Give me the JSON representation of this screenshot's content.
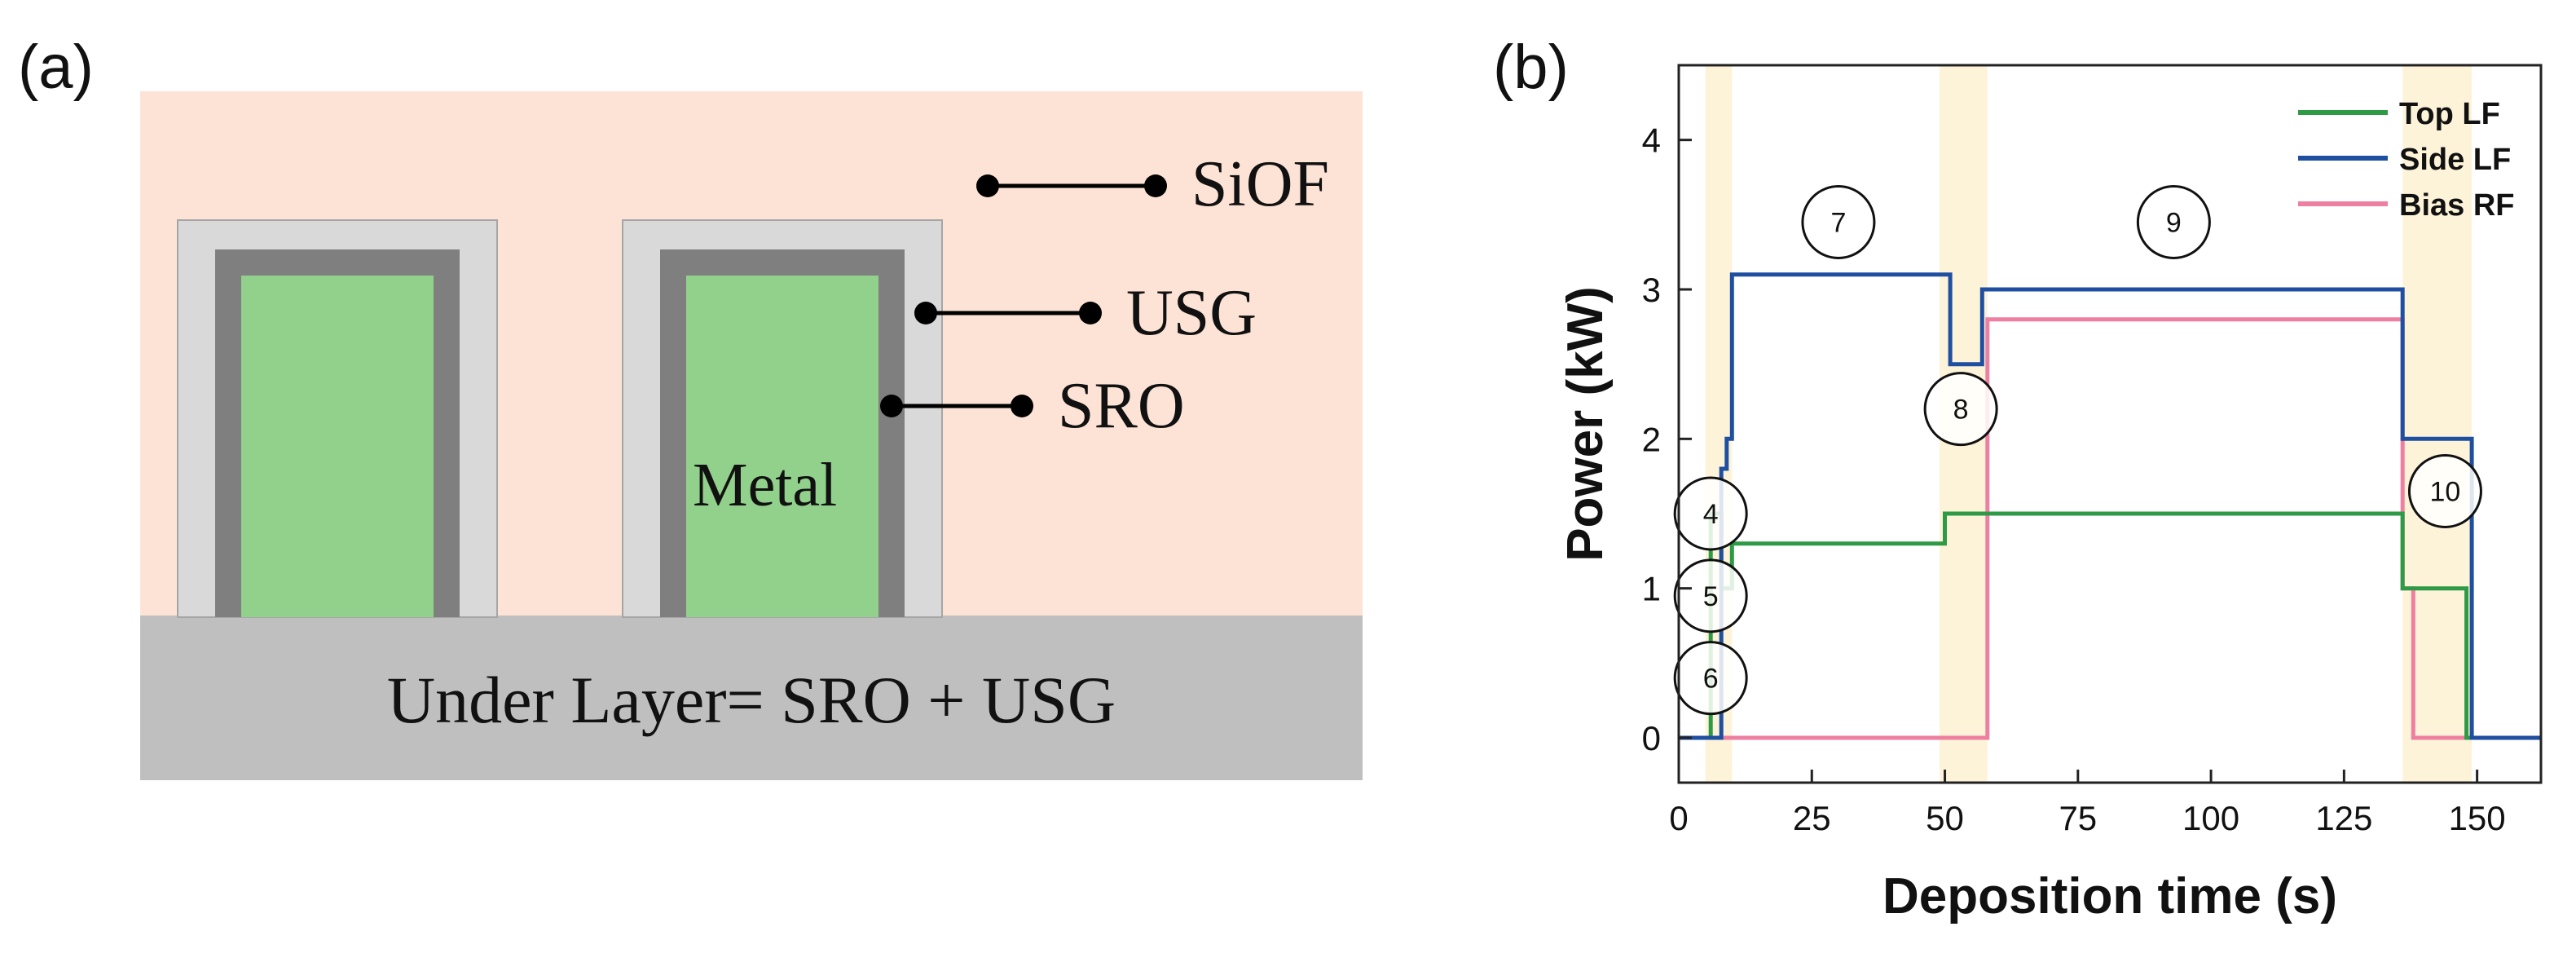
{
  "panel_a": {
    "label": "(a)",
    "labels": {
      "siof": "SiOF",
      "usg": "USG",
      "sro": "SRO",
      "metal": "Metal",
      "under_layer": "Under Layer= SRO + USG"
    },
    "colors": {
      "siof": "#fde3d6",
      "usg": "#d9d9d9",
      "sro": "#7f7f7f",
      "metal": "#92d18c",
      "under_layer": "#bfbfbf"
    }
  },
  "panel_b": {
    "label": "(b)",
    "chart_data": {
      "type": "line",
      "title": "",
      "xlabel": "Deposition time (s)",
      "ylabel": "Power (kW)",
      "xlim": [
        0,
        162
      ],
      "ylim": [
        -0.3,
        4.5
      ],
      "x_ticks": [
        0,
        25,
        50,
        75,
        100,
        125,
        150
      ],
      "y_ticks": [
        0,
        1,
        2,
        3,
        4
      ],
      "grid": false,
      "legend_position": "top-right",
      "series": [
        {
          "name": "Top LF",
          "color": "#2e9a46",
          "points": [
            [
              0,
              0
            ],
            [
              6,
              0
            ],
            [
              6,
              1.5
            ],
            [
              8,
              1.5
            ],
            [
              8,
              1.0
            ],
            [
              10,
              1.0
            ],
            [
              10,
              1.3
            ],
            [
              50,
              1.3
            ],
            [
              50,
              1.5
            ],
            [
              136,
              1.5
            ],
            [
              136,
              1.0
            ],
            [
              148,
              1.0
            ],
            [
              148,
              0
            ],
            [
              162,
              0
            ]
          ]
        },
        {
          "name": "Side LF",
          "color": "#1f4fa0",
          "points": [
            [
              0,
              0
            ],
            [
              8,
              0
            ],
            [
              8,
              1.8
            ],
            [
              9,
              1.8
            ],
            [
              9,
              2.0
            ],
            [
              10,
              2.0
            ],
            [
              10,
              3.1
            ],
            [
              51,
              3.1
            ],
            [
              51,
              2.5
            ],
            [
              57,
              2.5
            ],
            [
              57,
              3.0
            ],
            [
              136,
              3.0
            ],
            [
              136,
              2.0
            ],
            [
              149,
              2.0
            ],
            [
              149,
              0
            ],
            [
              162,
              0
            ]
          ]
        },
        {
          "name": "Bias RF",
          "color": "#ee7fa0",
          "points": [
            [
              0,
              0
            ],
            [
              58,
              0
            ],
            [
              58,
              2.8
            ],
            [
              136,
              2.8
            ],
            [
              136,
              1.0
            ],
            [
              138,
              1.0
            ],
            [
              138,
              0
            ],
            [
              162,
              0
            ]
          ]
        }
      ],
      "highlight_bands": [
        [
          5,
          10
        ],
        [
          49,
          58
        ],
        [
          136,
          149
        ]
      ],
      "step_markers": [
        {
          "label": "4",
          "x": 6,
          "y": 1.5
        },
        {
          "label": "5",
          "x": 6,
          "y": 0.95
        },
        {
          "label": "6",
          "x": 6,
          "y": 0.4
        },
        {
          "label": "7",
          "x": 30,
          "y": 3.45
        },
        {
          "label": "8",
          "x": 53,
          "y": 2.2
        },
        {
          "label": "9",
          "x": 93,
          "y": 3.45
        },
        {
          "label": "10",
          "x": 144,
          "y": 1.65
        }
      ],
      "band_color": "#fdf3d8"
    }
  }
}
